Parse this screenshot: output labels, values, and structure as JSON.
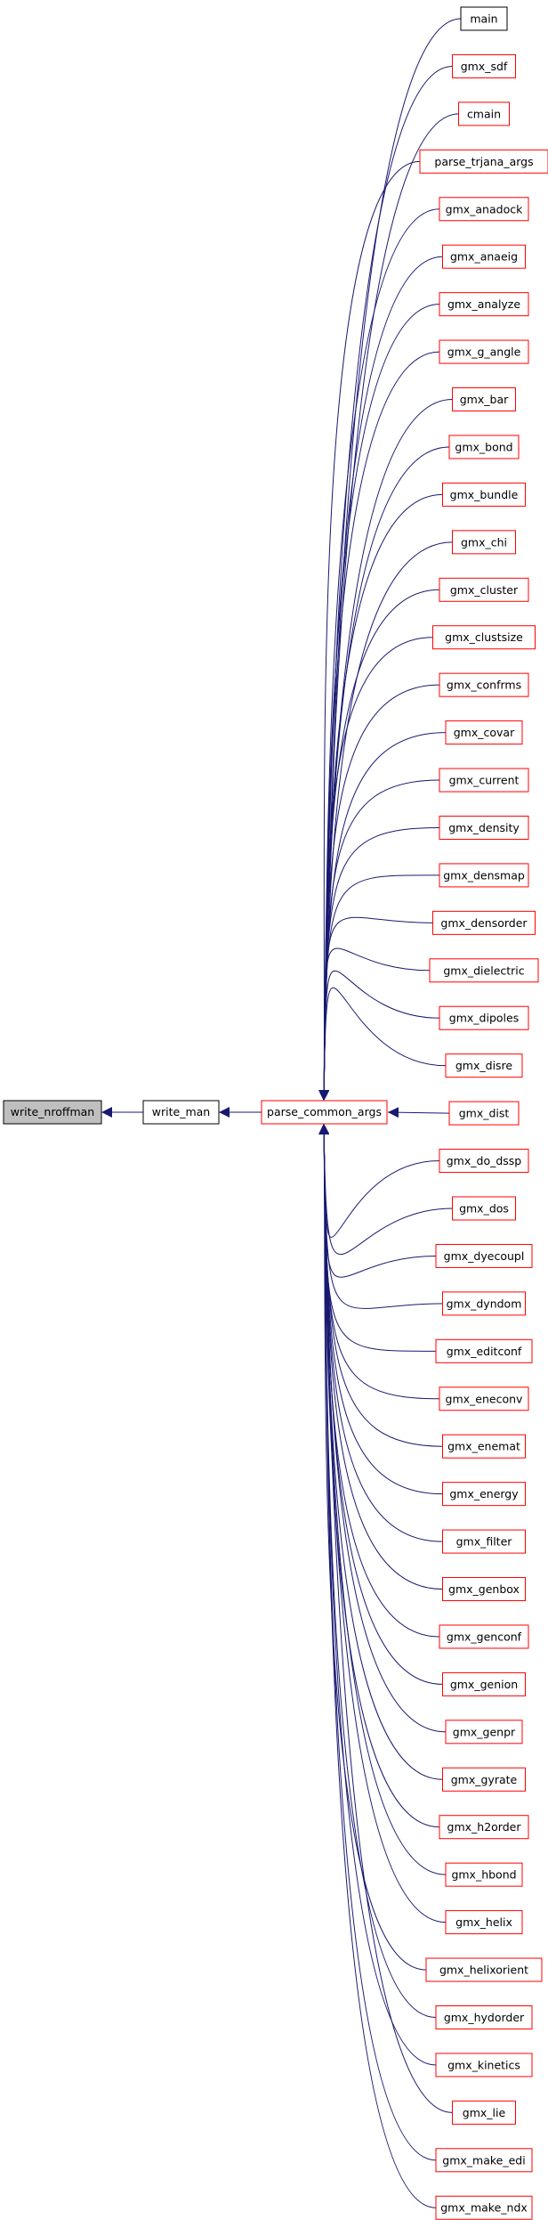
{
  "diagram": {
    "colors": {
      "edge": "#191970",
      "border_gray": "#000000",
      "border_red": "#ff0000",
      "highlight_fill": "#bfbfbf",
      "node_fill": "#ffffff"
    },
    "nodes": {
      "focus": "write_nroffman",
      "mid": "write_man",
      "hub": "parse_common_args"
    },
    "callers": [
      "main",
      "gmx_sdf",
      "cmain",
      "parse_trjana_args",
      "gmx_anadock",
      "gmx_anaeig",
      "gmx_analyze",
      "gmx_g_angle",
      "gmx_bar",
      "gmx_bond",
      "gmx_bundle",
      "gmx_chi",
      "gmx_cluster",
      "gmx_clustsize",
      "gmx_confrms",
      "gmx_covar",
      "gmx_current",
      "gmx_density",
      "gmx_densmap",
      "gmx_densorder",
      "gmx_dielectric",
      "gmx_dipoles",
      "gmx_disre",
      "gmx_dist",
      "gmx_do_dssp",
      "gmx_dos",
      "gmx_dyecoupl",
      "gmx_dyndom",
      "gmx_editconf",
      "gmx_eneconv",
      "gmx_enemat",
      "gmx_energy",
      "gmx_filter",
      "gmx_genbox",
      "gmx_genconf",
      "gmx_genion",
      "gmx_genpr",
      "gmx_gyrate",
      "gmx_h2order",
      "gmx_hbond",
      "gmx_helix",
      "gmx_helixorient",
      "gmx_hydorder",
      "gmx_kinetics",
      "gmx_lie",
      "gmx_make_edi",
      "gmx_make_ndx"
    ]
  }
}
